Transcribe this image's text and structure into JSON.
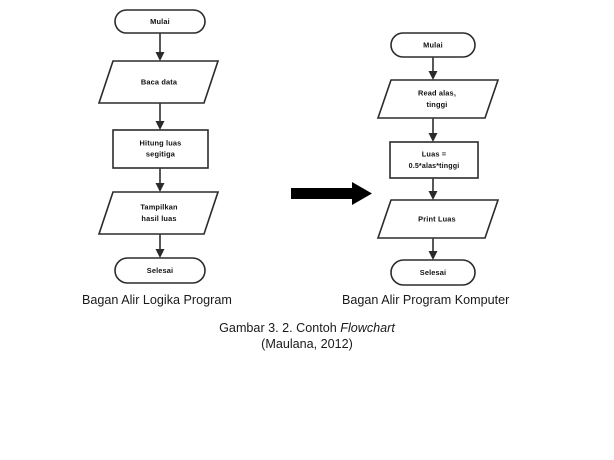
{
  "figure": {
    "caption_main_prefix": "Gambar 3. 2. Contoh ",
    "caption_main_italic": "Flowchart",
    "caption_source": "(Maulana, 2012)",
    "background_color": "#ffffff",
    "stroke_color": "#2b2b2b",
    "text_color": "#111111"
  },
  "left_chart": {
    "caption": "Bagan Alir Logika Program",
    "nodes": [
      {
        "id": "start",
        "type": "terminator",
        "label": "Mulai"
      },
      {
        "id": "input",
        "type": "parallelogram",
        "label": "Baca data"
      },
      {
        "id": "process",
        "type": "rectangle",
        "label_line1": "Hitung luas",
        "label_line2": "segitiga"
      },
      {
        "id": "output",
        "type": "parallelogram",
        "label_line1": "Tampilkan",
        "label_line2": "hasil luas"
      },
      {
        "id": "end",
        "type": "terminator",
        "label": "Selesai"
      }
    ]
  },
  "right_chart": {
    "caption": "Bagan Alir Program Komputer",
    "nodes": [
      {
        "id": "start",
        "type": "terminator",
        "label": "Mulai"
      },
      {
        "id": "input",
        "type": "parallelogram",
        "label_line1": "Read alas,",
        "label_line2": "tinggi"
      },
      {
        "id": "process",
        "type": "rectangle",
        "label_line1": "Luas =",
        "label_line2": "0.5*alas*tinggi"
      },
      {
        "id": "output",
        "type": "parallelogram",
        "label": "Print Luas"
      },
      {
        "id": "end",
        "type": "terminator",
        "label": "Selesai"
      }
    ]
  },
  "transform_arrow": {
    "name": "right-arrow",
    "color": "#000000"
  }
}
